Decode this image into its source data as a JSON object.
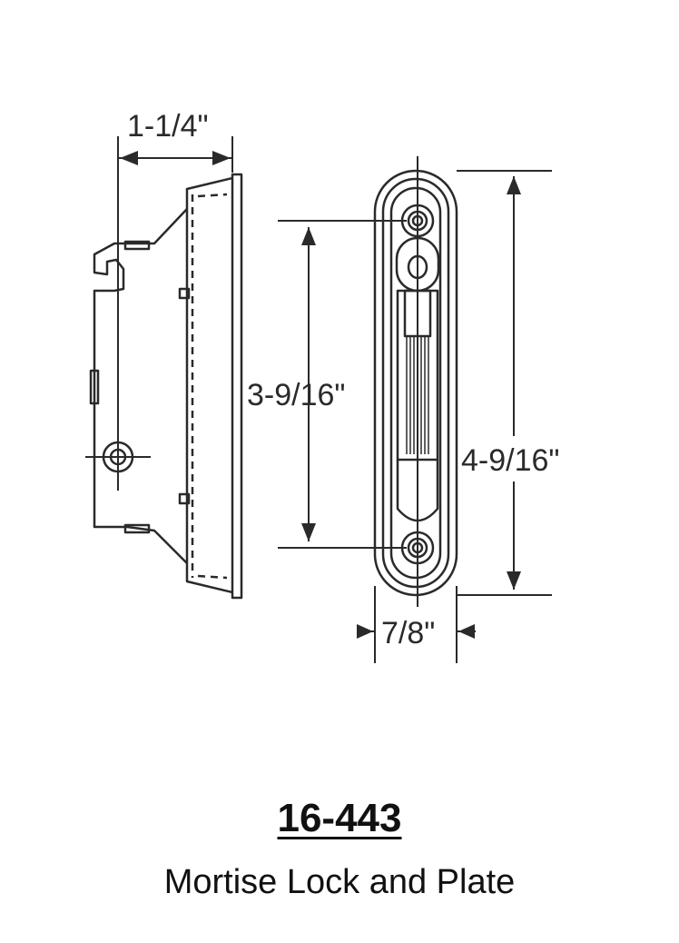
{
  "dimensions": {
    "depth": "1-1/4\"",
    "hole_spacing": "3-9/16\"",
    "plate_height": "4-9/16\"",
    "plate_width": "7/8\""
  },
  "part": {
    "number": "16-443",
    "description": "Mortise Lock and Plate"
  },
  "colors": {
    "line": "#2a2a2a",
    "background": "#ffffff"
  }
}
